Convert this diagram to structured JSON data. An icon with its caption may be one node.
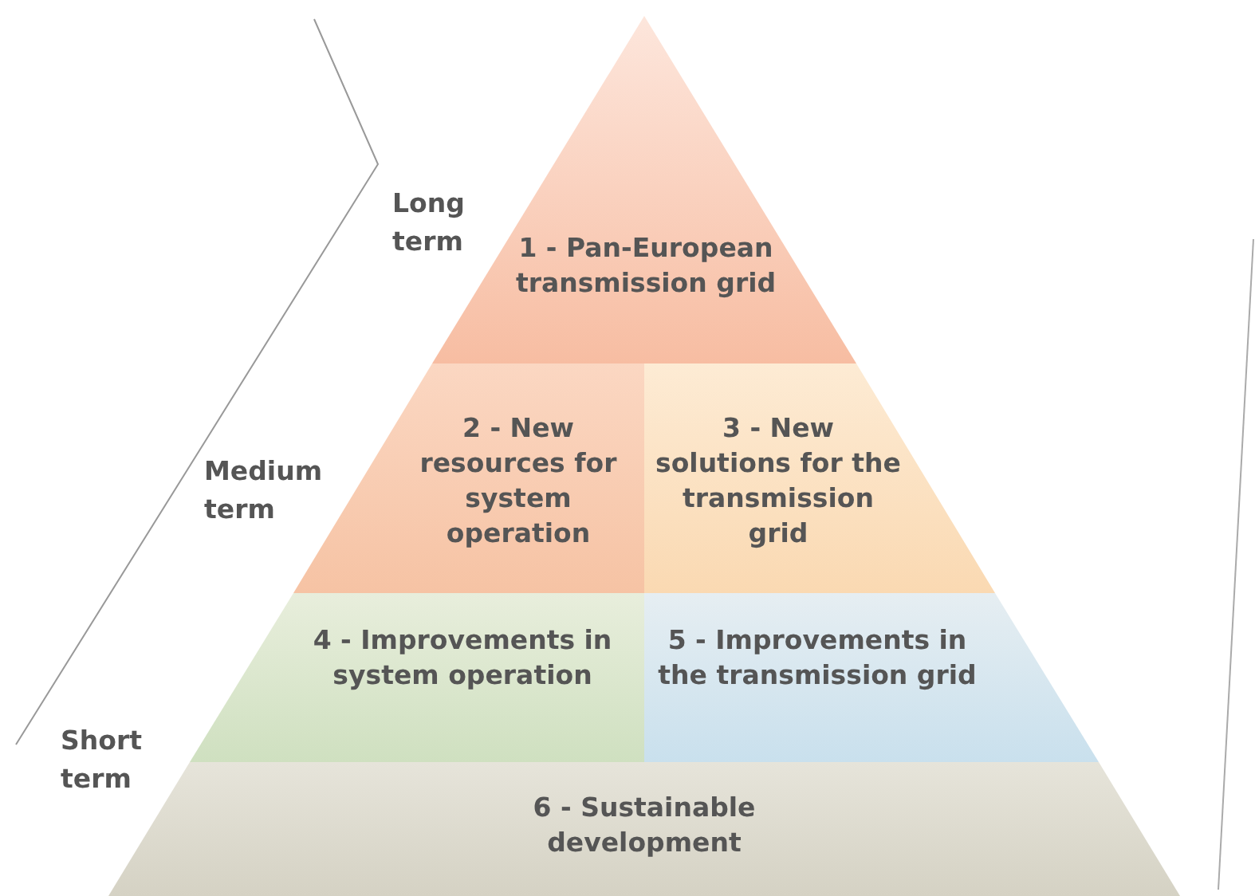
{
  "diagram": {
    "nodes": [
      {
        "text": [
          "1 - Pan-European transmission grid"
        ]
      },
      {
        "text": [
          "2 - New resources for system operation"
        ]
      },
      {
        "text": [
          "3 - New solutions for the transmission grid"
        ]
      },
      {
        "text": [
          "4 - Improvements in system operation"
        ]
      },
      {
        "text": [
          "5 - Improvements in the transmission grid"
        ]
      },
      {
        "text": [
          "6 - Sustainable development"
        ]
      }
    ],
    "labels": [
      "Long term",
      "Medium term",
      "Short term"
    ]
  }
}
